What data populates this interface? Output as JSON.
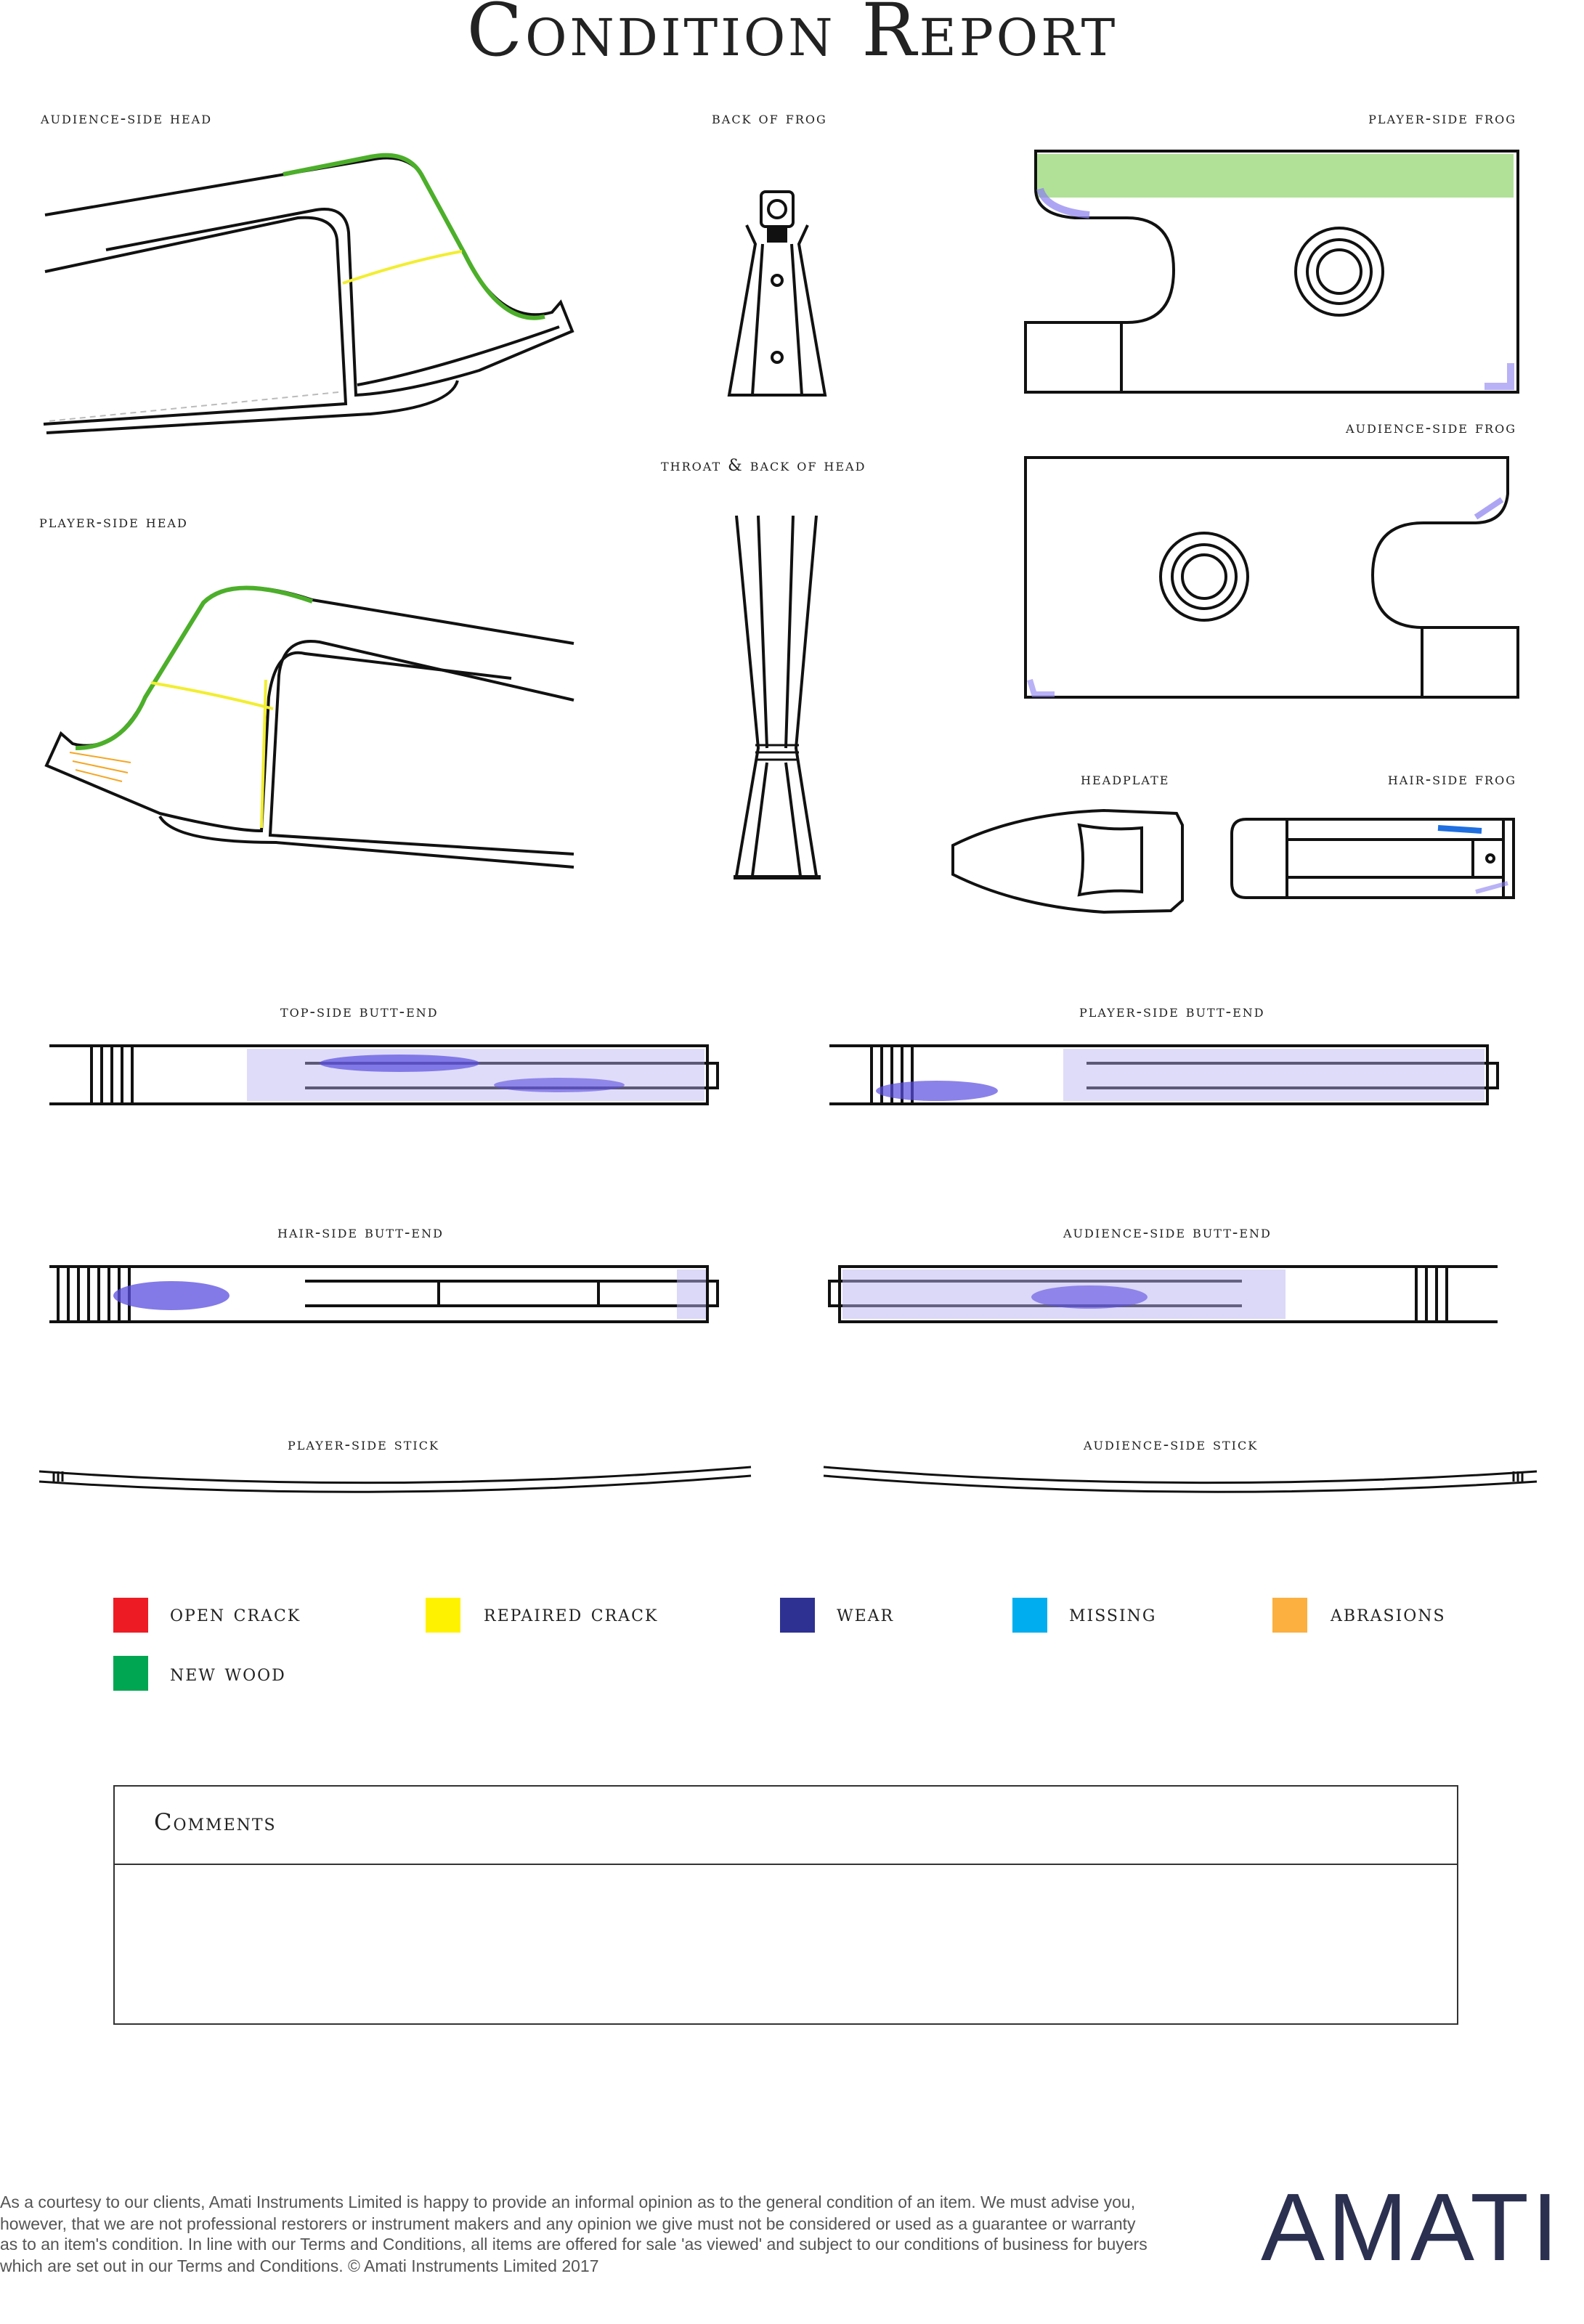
{
  "title": "Condition Report",
  "views": {
    "audience_side_head": "Audience-side head",
    "back_of_frog": "Back of frog",
    "player_side_frog": "Player-side frog",
    "audience_side_frog": "Audience-side frog",
    "throat_back_of_head": "Throat & back of head",
    "player_side_head": "Player-side head",
    "headplate": "Headplate",
    "hair_side_frog": "Hair-side frog",
    "top_side_butt_end": "Top-side butt-end",
    "player_side_butt_end": "Player-side butt-end",
    "hair_side_butt_end": "Hair-side butt-end",
    "audience_side_butt_end": "Audience-side butt-end",
    "player_side_stick": "Player-side stick",
    "audience_side_stick": "Audience-side stick"
  },
  "legend": [
    {
      "label": "Open crack",
      "color": "#ed1c24"
    },
    {
      "label": "Repaired crack",
      "color": "#fff200"
    },
    {
      "label": "Wear",
      "color": "#2e3192"
    },
    {
      "label": "Missing",
      "color": "#00aeef"
    },
    {
      "label": "Abrasions",
      "color": "#fbb040"
    },
    {
      "label": "New wood",
      "color": "#00a651"
    }
  ],
  "comments": {
    "title": "Comments"
  },
  "footer": "As a courtesy to our clients, Amati Instruments Limited is happy to provide an informal opinion as to the general condition of an item. We must advise you, however, that we are not professional restorers or instrument makers and any opinion we give must not be considered or used as a guarantee or warranty as to an item's condition. In line with our Terms and Conditions, all items are offered for sale 'as viewed' and subject to our conditions of business for buyers which are set out in our Terms and Conditions. © Amati Instruments Limited 2017",
  "logo": "AMATI",
  "marking_colors": {
    "wear_mark": "#5a4de0",
    "new_wood_mark": "#4caf2a",
    "repaired_mark": "#f2ee30",
    "abrasion_mark": "#f5a623"
  }
}
